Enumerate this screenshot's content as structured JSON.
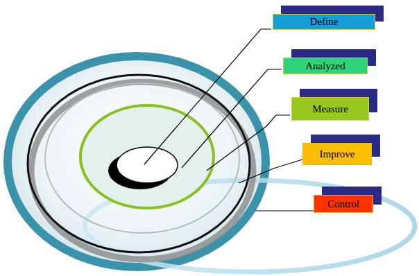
{
  "diagram": {
    "nodes": [
      {
        "text": [
          "Define"
        ]
      },
      {
        "text": [
          "Analyzed"
        ]
      },
      {
        "text": [
          "Measure"
        ]
      },
      {
        "text": [
          "Improve"
        ]
      },
      {
        "text": [
          "Control"
        ]
      }
    ]
  }
}
